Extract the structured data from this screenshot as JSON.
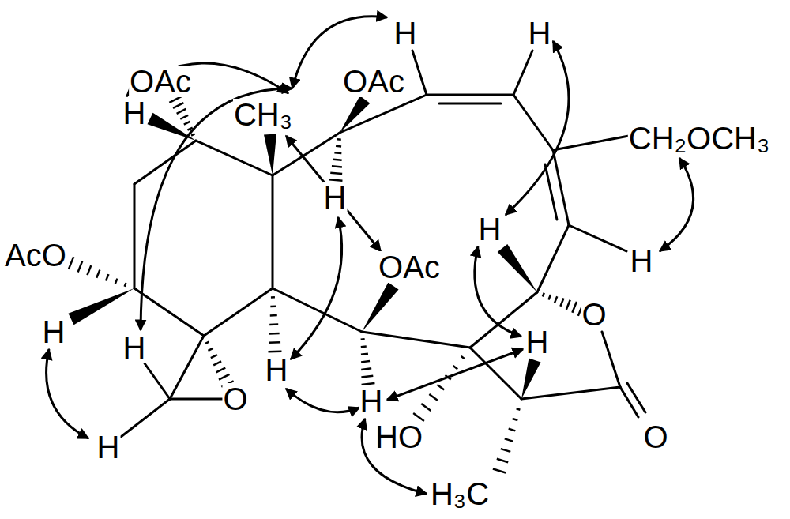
{
  "diagram": {
    "labels": [
      "H",
      "H",
      "OAc",
      "OAc",
      "H",
      "CH₃",
      "CH₂OCH₃",
      "H",
      "H",
      "OAc",
      "H",
      "AcO",
      "O",
      "H",
      "H",
      "H",
      "O",
      "H",
      "H",
      "H",
      "HO",
      "O",
      "H₃C"
    ]
  }
}
